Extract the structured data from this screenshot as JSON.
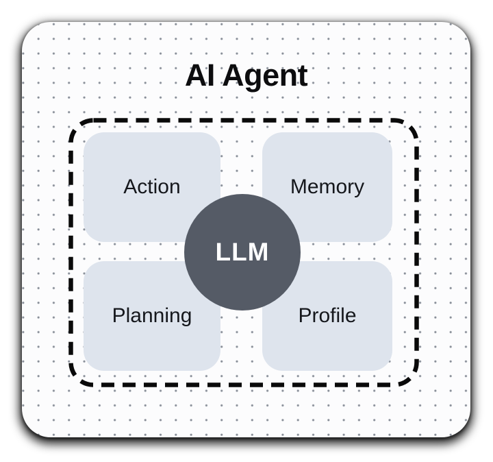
{
  "diagram": {
    "title": "AI Agent",
    "core": {
      "label": "LLM"
    },
    "modules": [
      {
        "id": "action",
        "label": "Action"
      },
      {
        "id": "memory",
        "label": "Memory"
      },
      {
        "id": "planning",
        "label": "Planning"
      },
      {
        "id": "profile",
        "label": "Profile"
      }
    ]
  },
  "colors": {
    "page_background": "#ffffff",
    "card_background": "#fcfcfd",
    "dot_grid": "#878d97",
    "dashed_frame": "#0a0a0a",
    "module_fill": "#dee4ed",
    "module_text": "#15171c",
    "core_fill": "#555b66",
    "core_text": "#ffffff",
    "title_text": "#0d0d0f",
    "card_shadow": "#000000"
  }
}
